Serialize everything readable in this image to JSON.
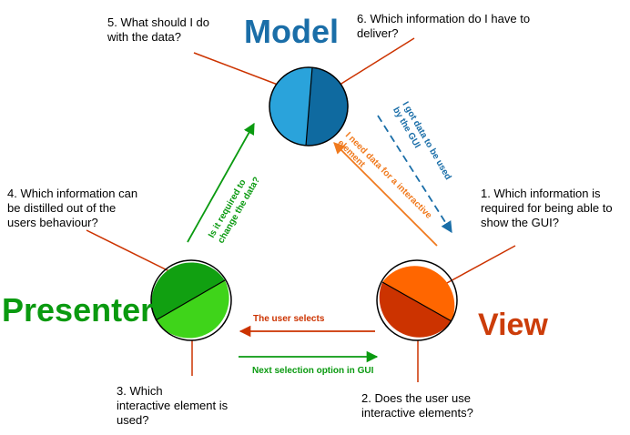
{
  "components": {
    "model": {
      "label": "Model",
      "color": "#1a6ea8",
      "left_fill": "#2aa3db",
      "right_fill": "#0f6aa0"
    },
    "presenter": {
      "label": "Presenter",
      "color": "#0a9a10",
      "top_fill": "#11a011",
      "bottom_fill": "#3fd41a"
    },
    "view": {
      "label": "View",
      "color": "#cc3d0a",
      "top_fill": "#ff6600",
      "bottom_fill": "#cc3300"
    }
  },
  "questions": {
    "q1": "1. Which information is\nrequired for being able to\nshow the GUI?",
    "q2": "2. Does the user use\ninteractive elements?",
    "q3": "3. Which\ninteractive element is\nused?",
    "q4": "4. Which information can\nbe distilled out of the\nusers behaviour?",
    "q5": "5. What should I do\n with the data?",
    "q6": "6. Which information do I have to\ndeliver?"
  },
  "arrows": {
    "model_to_view": {
      "line1": "I got data to be used",
      "line2": "by the GUI",
      "color": "#1a6ea8"
    },
    "view_to_model": {
      "line1": "I need data for a interactive",
      "line2": "element",
      "color": "#f07a1e"
    },
    "presenter_to_model": {
      "line1": "Is it required to",
      "line2": "change the data?",
      "color": "#0a9a10"
    },
    "view_to_presenter": {
      "text": "The user selects",
      "color": "#cc3300"
    },
    "presenter_to_view": {
      "text": "Next selection option in GUI",
      "color": "#0a9a10"
    }
  },
  "leader_color": "#cc3300"
}
